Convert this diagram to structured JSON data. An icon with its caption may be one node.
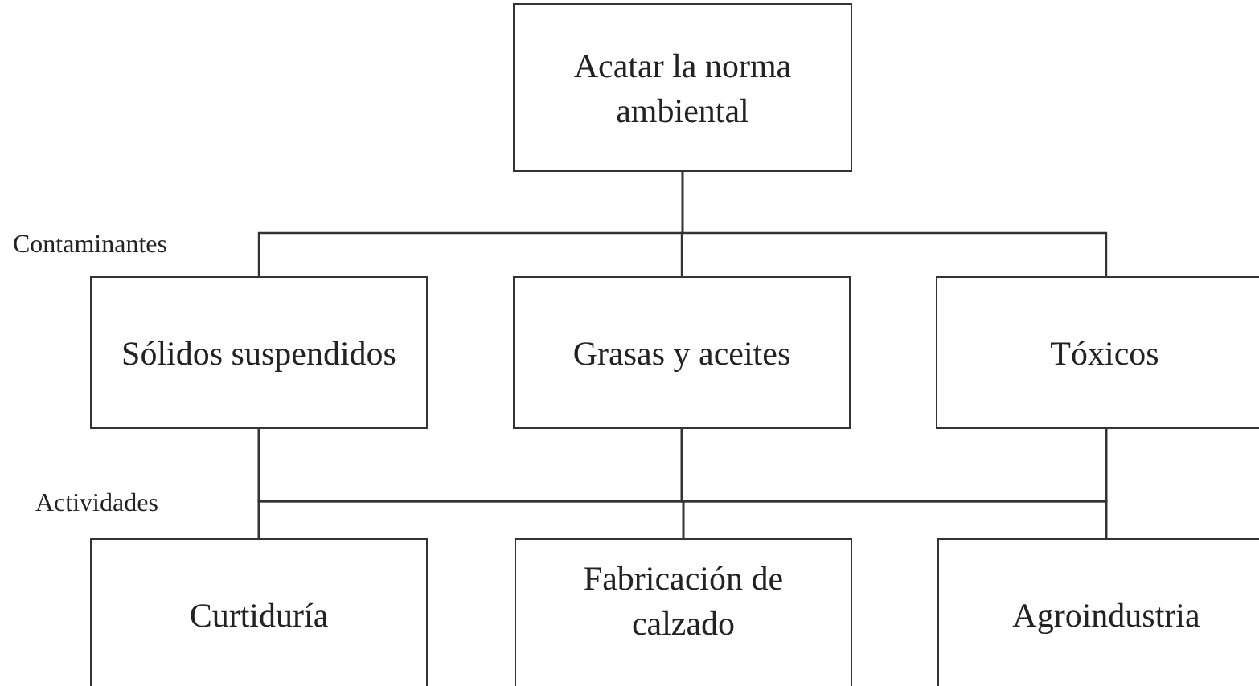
{
  "diagram": {
    "nodes": [
      {
        "text": [
          "Acatar la norma ambiental"
        ]
      },
      {
        "text": [
          "Sólidos suspendidos"
        ]
      },
      {
        "text": [
          "Grasas y aceites"
        ]
      },
      {
        "text": [
          "Tóxicos"
        ]
      },
      {
        "text": [
          "Curtiduría"
        ]
      },
      {
        "text": [
          "Fabricación de calzado"
        ]
      },
      {
        "text": [
          "Agroindustria"
        ]
      }
    ],
    "edges": [
      {
        "from": 0,
        "to": 1,
        "arrow": "none"
      },
      {
        "from": 0,
        "to": 2,
        "arrow": "none"
      },
      {
        "from": 0,
        "to": 3,
        "arrow": "none"
      },
      {
        "from": 1,
        "to": 4,
        "arrow": "none"
      },
      {
        "from": 1,
        "to": 5,
        "arrow": "none"
      },
      {
        "from": 1,
        "to": 6,
        "arrow": "none"
      },
      {
        "from": 2,
        "to": 4,
        "arrow": "none"
      },
      {
        "from": 2,
        "to": 5,
        "arrow": "none"
      },
      {
        "from": 2,
        "to": 6,
        "arrow": "none"
      },
      {
        "from": 3,
        "to": 4,
        "arrow": "none"
      },
      {
        "from": 3,
        "to": 5,
        "arrow": "none"
      },
      {
        "from": 3,
        "to": 6,
        "arrow": "none"
      }
    ],
    "labels": [
      "Contaminantes",
      "Actividades"
    ]
  }
}
